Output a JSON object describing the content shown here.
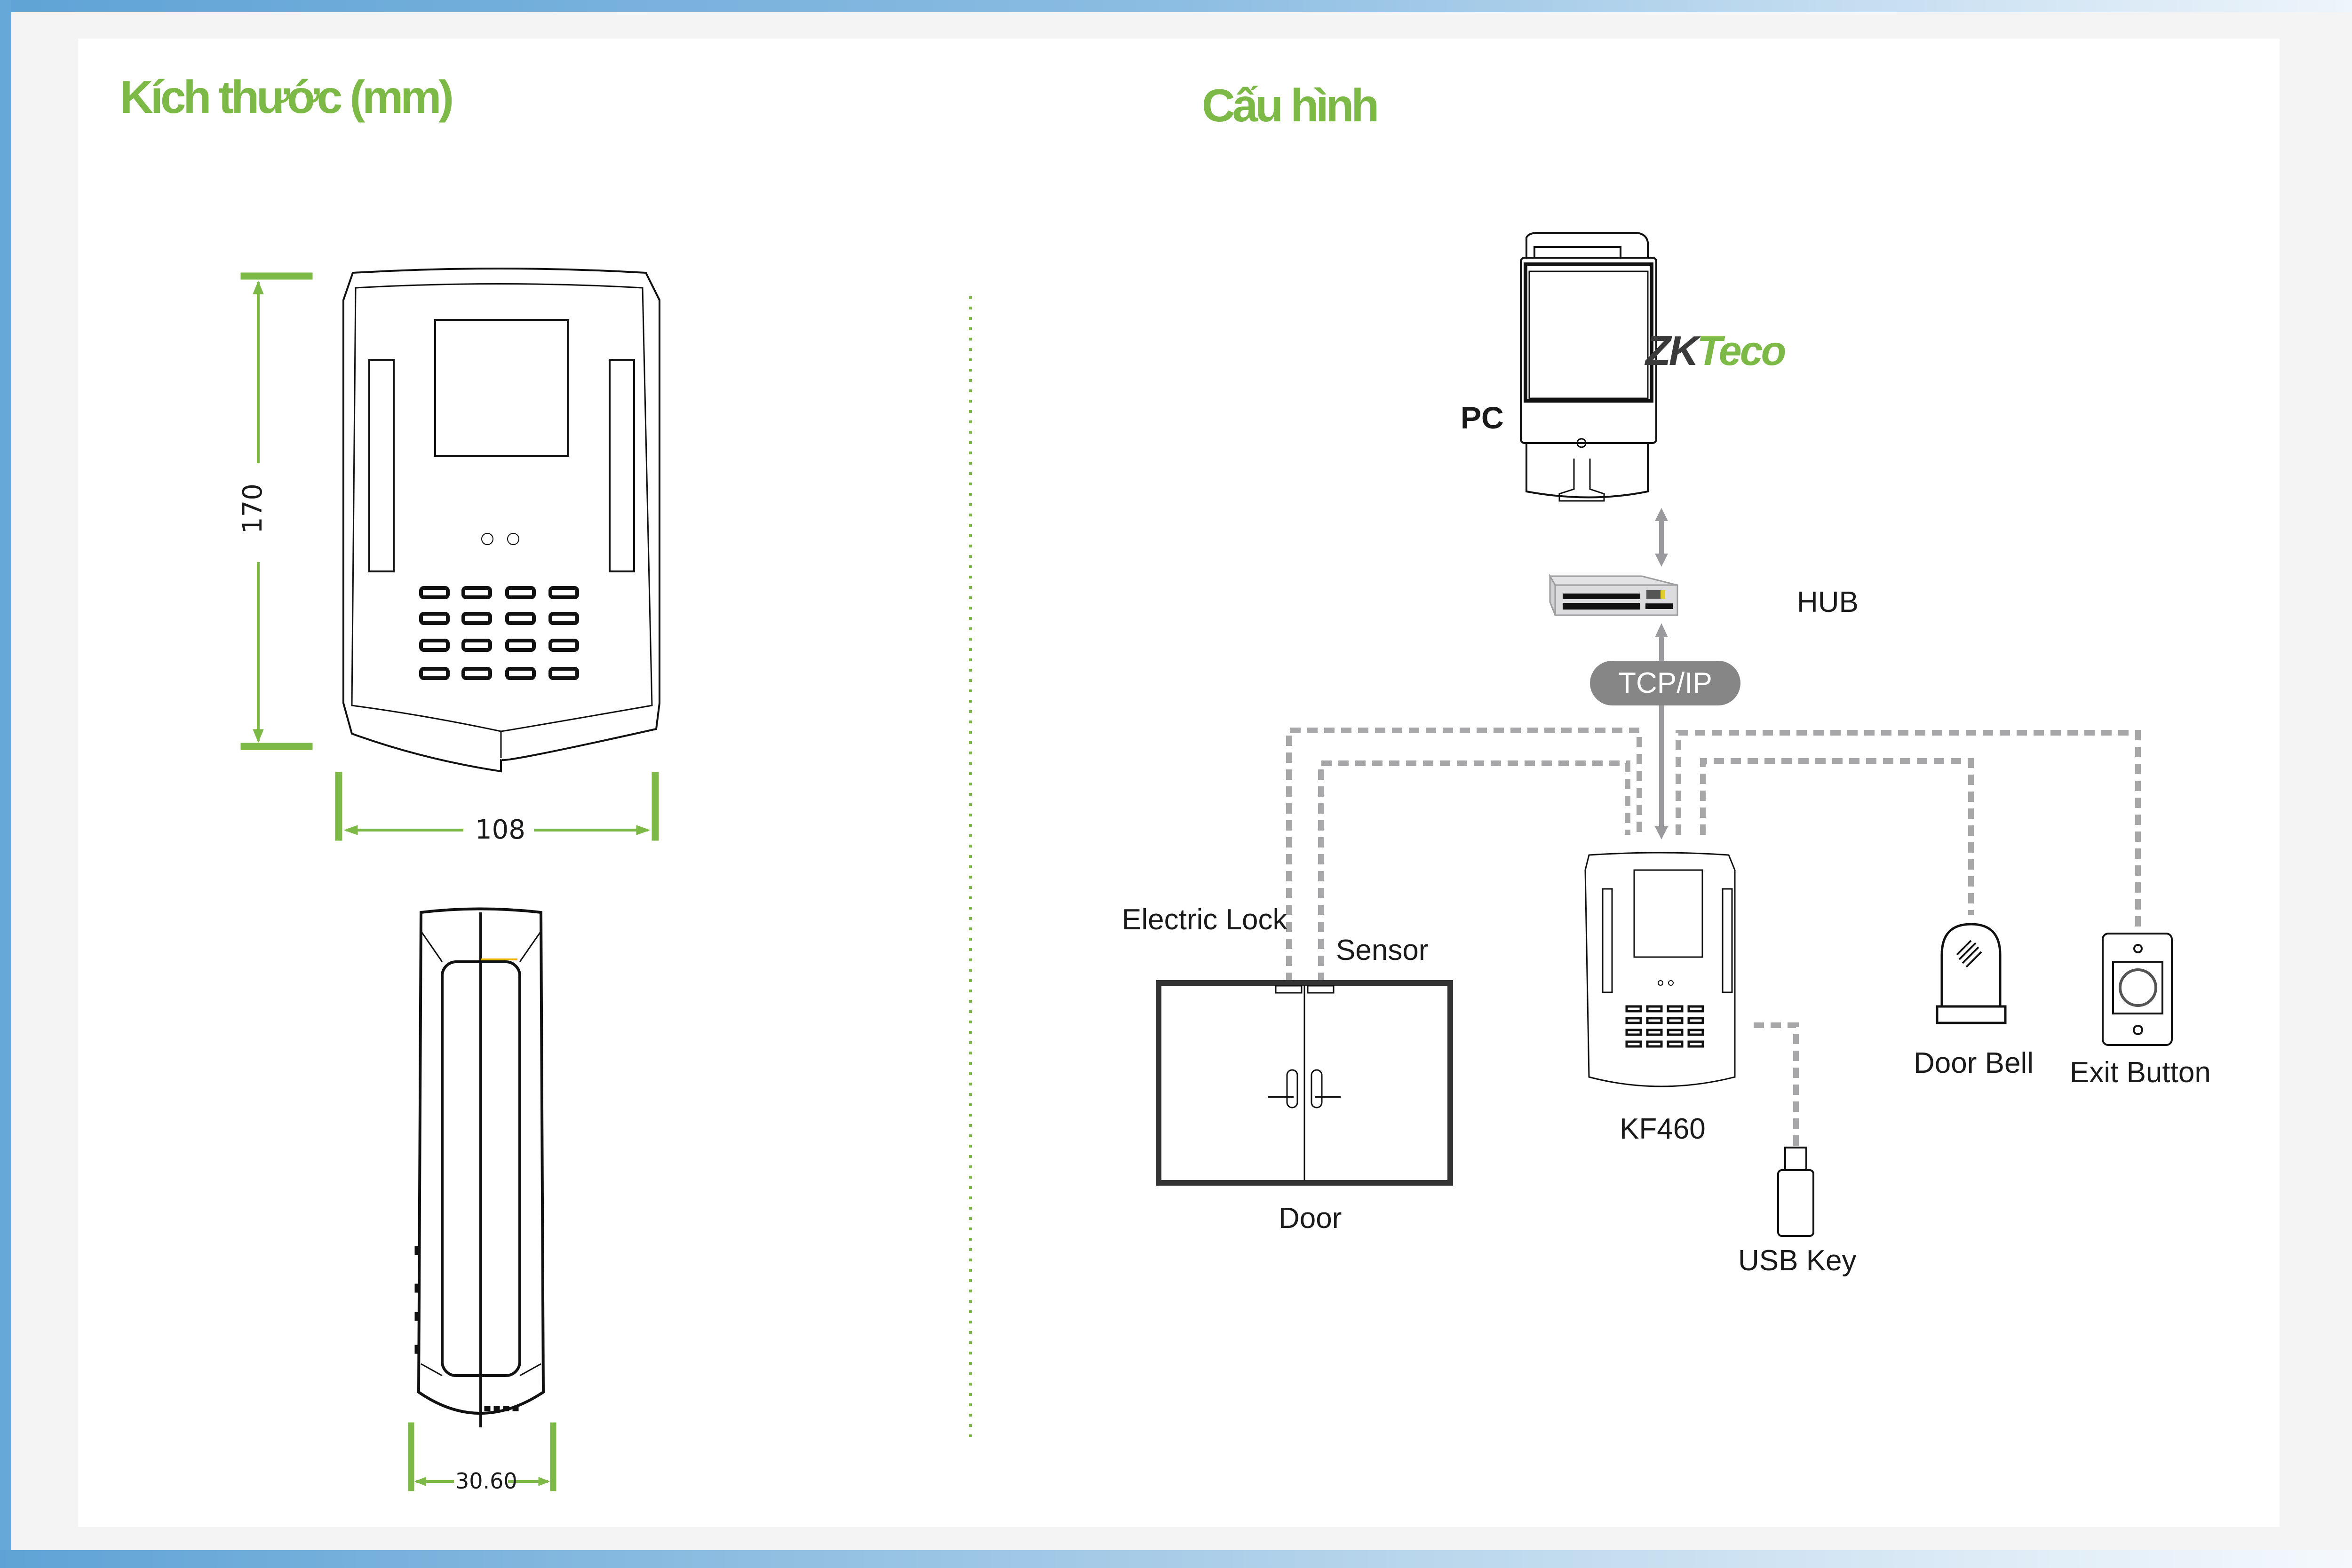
{
  "left_section": {
    "title": "Kích thước (mm)",
    "front_view": {
      "height_label": "170",
      "width_label": "108"
    },
    "side_view": {
      "depth_label": "30.60"
    }
  },
  "right_section": {
    "title": "Cấu hình",
    "nodes": {
      "pc": "PC",
      "monitor_logo": "ZKTeco",
      "hub": "HUB",
      "protocol": "TCP/IP",
      "device": "KF460",
      "electric_lock": "Electric Lock",
      "sensor": "Sensor",
      "door": "Door",
      "usb_key": "USB Key",
      "door_bell": "Door Bell",
      "exit_button": "Exit Button"
    }
  },
  "colors": {
    "accent": "#7cb946",
    "line": "#a7a7aa",
    "frame": "#66a8d8"
  }
}
